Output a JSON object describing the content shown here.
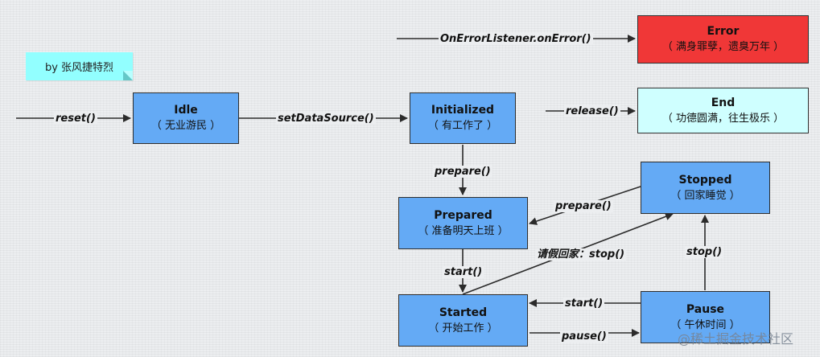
{
  "note": {
    "text": "by 张风捷特烈"
  },
  "states": {
    "idle": {
      "title": "Idle",
      "subtitle": "（ 无业游民 ）"
    },
    "initialized": {
      "title": "Initialized",
      "subtitle": "（ 有工作了 ）"
    },
    "prepared": {
      "title": "Prepared",
      "subtitle": "（ 准备明天上班 ）"
    },
    "started": {
      "title": "Started",
      "subtitle": "（ 开始工作 ）"
    },
    "pause": {
      "title": "Pause",
      "subtitle": "（ 午休时间 ）"
    },
    "stopped": {
      "title": "Stopped",
      "subtitle": "（ 回家睡觉 ）"
    },
    "error": {
      "title": "Error",
      "subtitle": "（ 满身罪孽，遗臭万年 ）"
    },
    "end": {
      "title": "End",
      "subtitle": "（ 功德圆满，往生极乐 ）"
    }
  },
  "transitions": {
    "reset": "reset()",
    "set_data_source": "setDataSource()",
    "prepare_init": "prepare()",
    "prepare_stopped": "prepare()",
    "start_prepared": "start()",
    "stop_started": "请假回家：stop()",
    "start_pause": "start()",
    "pause_started": "pause()",
    "stop_pause": "stop()",
    "on_error": "OnErrorListener.onError()",
    "release": "release()"
  },
  "colors": {
    "state_fill": "#64aaf5",
    "error_fill": "#f03737",
    "end_fill": "#cfffff",
    "note_fill": "#92ffff"
  },
  "watermark": "@稀土掘金技术社区"
}
